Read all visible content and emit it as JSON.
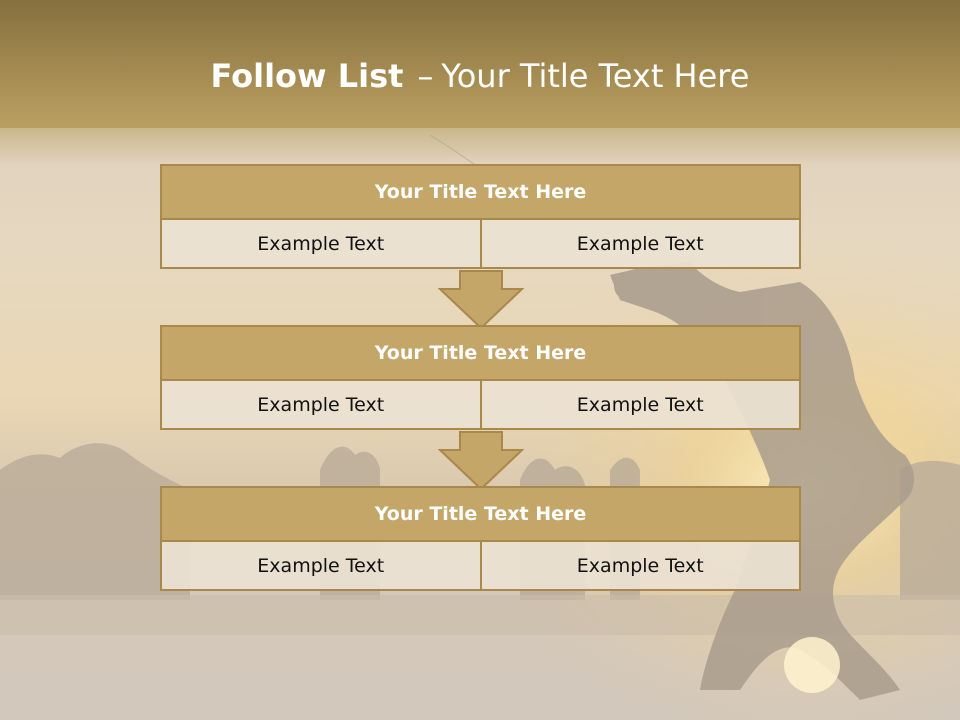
{
  "slide": {
    "title_strong": "Follow List",
    "title_separator": "–",
    "title_rest": "Your Title Text Here"
  },
  "blocks": [
    {
      "header": "Your Title Text Here",
      "cells": [
        "Example Text",
        "Example Text"
      ]
    },
    {
      "header": "Your Title Text Here",
      "cells": [
        "Example Text",
        "Example Text"
      ]
    },
    {
      "header": "Your Title Text Here",
      "cells": [
        "Example Text",
        "Example Text"
      ]
    }
  ],
  "colors": {
    "title_band": "#a38a50",
    "header_fill": "#c4a669",
    "border": "#a8894b",
    "cell_fill": "#ebe2d2",
    "arrow_fill": "#c4a669"
  }
}
